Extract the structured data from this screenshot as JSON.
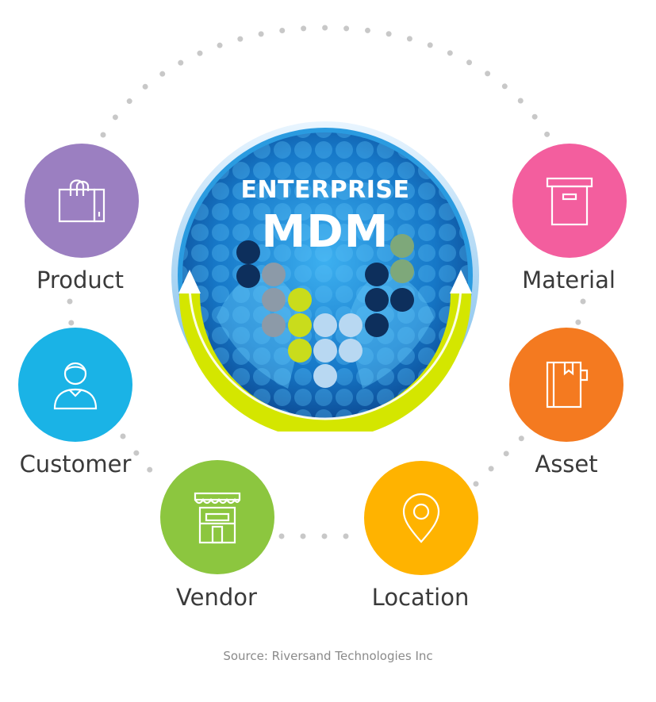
{
  "hub": {
    "title_line1": "ENTERPRISE",
    "title_line2": "MDM",
    "ring_color": "#1a8fd6",
    "arc_color": "#d4e600"
  },
  "nodes": [
    {
      "label": "Product",
      "color": "#9b7fc1",
      "icon": "shopping-bag-icon"
    },
    {
      "label": "Customer",
      "color": "#1ab3e6",
      "icon": "person-icon"
    },
    {
      "label": "Vendor",
      "color": "#8cc63f",
      "icon": "storefront-icon"
    },
    {
      "label": "Location",
      "color": "#ffb300",
      "icon": "map-pin-icon"
    },
    {
      "label": "Asset",
      "color": "#f47a20",
      "icon": "book-icon"
    },
    {
      "label": "Material",
      "color": "#f35e9e",
      "icon": "storage-box-icon"
    }
  ],
  "source": "Source: Riversand Technologies Inc"
}
